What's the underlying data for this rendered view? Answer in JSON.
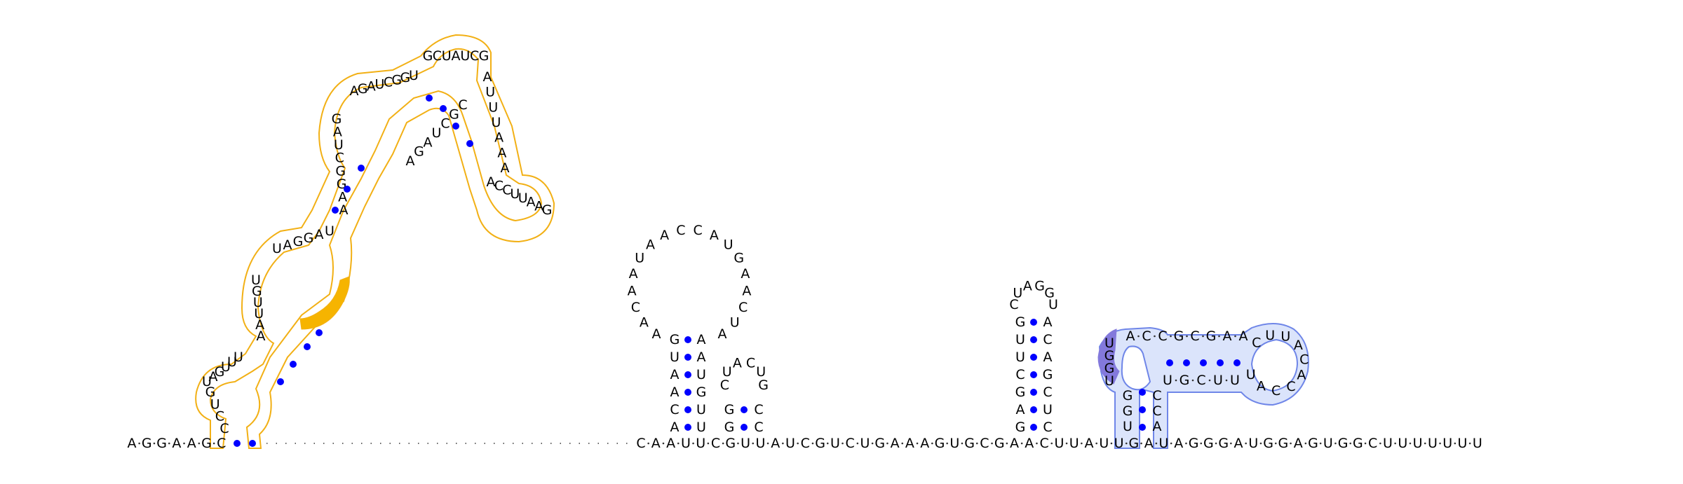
{
  "title": "",
  "colors": {
    "base_text": "#000000",
    "backbone": "#333333",
    "pair_dot": "#0000ff",
    "outline_orange": "#f2b015",
    "highlight_orange": "#f6b400",
    "outline_blue": "#6f86e8",
    "fill_blue": "#dbe4fb",
    "highlight_purple": "#8379dc"
  },
  "sequence": {
    "prefix_bases": "AGGAAGC",
    "gap_marker": "·",
    "main_bases": "CAAUUCGUUAUCGUCUGAAAGUGCGAACUUAUUGAUAGGGAUGGAGUGGCUUUUUUU"
  },
  "hairpin_loops": {
    "hp1_loop": [
      "A",
      "A",
      "C",
      "A",
      "A",
      "U",
      "A",
      "A",
      "C",
      "C",
      "A",
      "U",
      "G",
      "A",
      "A",
      "C",
      "U",
      "A"
    ],
    "hp1_stem_left": [
      "G",
      "U",
      "A",
      "A",
      "C",
      "A"
    ],
    "hp1_stem_right": [
      "A",
      "A",
      "U",
      "G",
      "U",
      "U"
    ],
    "hp2_loop": [
      "C",
      "U",
      "A",
      "C",
      "U",
      "G"
    ],
    "hp2_stem_left": [
      "G",
      "G"
    ],
    "hp2_stem_right": [
      "C",
      "C"
    ],
    "hp3_loop": [
      "C",
      "U",
      "A",
      "G",
      "G",
      "U"
    ],
    "hp3_stem_left": [
      "G",
      "U",
      "U",
      "C",
      "G",
      "A",
      "G"
    ],
    "hp3_stem_right": [
      "A",
      "C",
      "A",
      "G",
      "C",
      "U",
      "C"
    ]
  },
  "blue_domain": {
    "left_column": [
      "U",
      "G",
      "G",
      "U"
    ],
    "stem_left": [
      "G",
      "G",
      "U"
    ],
    "stem_right": [
      "C",
      "C",
      "A"
    ],
    "top_row": [
      "A",
      "C",
      "C",
      "G",
      "C",
      "G",
      "A",
      "A"
    ],
    "bottom_row": [
      "U",
      "G",
      "C",
      "U",
      "U"
    ],
    "loop": [
      "C",
      "U",
      "U",
      "A",
      "C",
      "A",
      "C",
      "C",
      "A",
      "U"
    ]
  },
  "orange_domain": {
    "bases": [
      "C",
      "C",
      "U",
      "G",
      "U",
      "A",
      "G",
      "U",
      "U",
      "U",
      "A",
      "A",
      "U",
      "U",
      "G",
      "U",
      "U",
      "A",
      "G",
      "G",
      "A",
      "U",
      "A",
      "A",
      "G",
      "G",
      "C",
      "U",
      "A",
      "G",
      "A",
      "G",
      "A",
      "U",
      "C",
      "G",
      "G",
      "U",
      "G",
      "C",
      "U",
      "A",
      "U",
      "C",
      "G",
      "A",
      "U",
      "U",
      "U",
      "A",
      "A",
      "A",
      "A",
      "C",
      "C",
      "U",
      "U",
      "A",
      "A",
      "G",
      "C",
      "G",
      "C",
      "U",
      "A",
      "G",
      "A"
    ]
  }
}
